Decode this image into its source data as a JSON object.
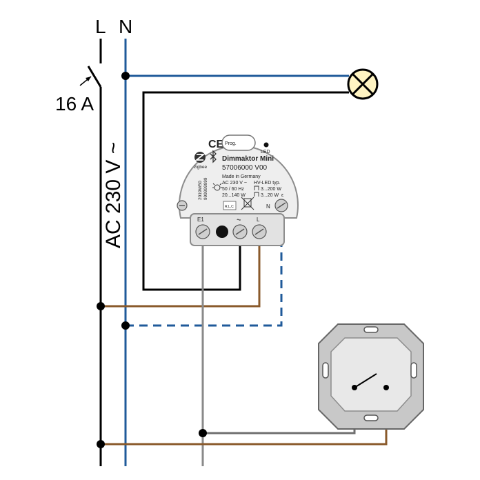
{
  "labels": {
    "line_l": "L",
    "line_n": "N",
    "breaker_rating": "16 A",
    "supply_voltage": "AC 230 V ~"
  },
  "device": {
    "ce_mark": "CE",
    "prog_button": "Prog.",
    "led_label": "LED",
    "name": "Dimmaktor Mini",
    "article_number": "57006000 V00",
    "made_in": "Made in Germany",
    "zigbee_label": "zigbee",
    "serial_1": "2019W50",
    "serial_2": "999999999",
    "voltage": "AC 230 V ~",
    "frequency": "50 / 60 Hz",
    "load_range": "20...140 W",
    "led_type": "HV-LED typ.",
    "led_range_1": "3...200 W",
    "led_range_2": "3...20 W",
    "rlc_label": "R,L,C",
    "terminal_e1": "E1",
    "terminal_dim": "⏦",
    "terminal_l": "L",
    "terminal_n": "N"
  },
  "colors": {
    "phase_wire": "#000000",
    "neutral_wire": "#1f5a9a",
    "phase_brown": "#8a5a2b",
    "switch_wire": "#8a8a8a",
    "lamp_fill": "#fff4c2",
    "device_body": "#eeeeee",
    "switch_frame": "#c8c8c8"
  }
}
